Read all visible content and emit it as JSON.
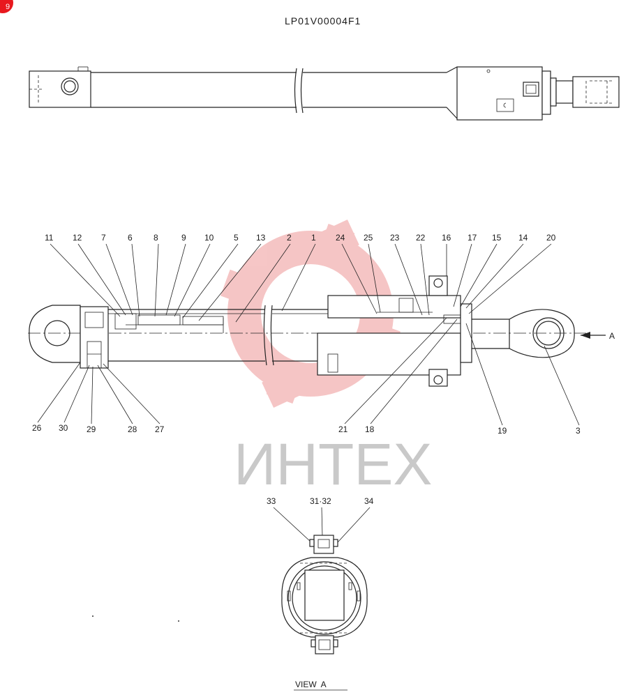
{
  "drawing": {
    "code": "LP01V00004F1",
    "view_caption": "VIEW  A",
    "arrow_label": "A",
    "watermark_text": "ИНТЕХ",
    "corner_badge": "9",
    "accent_color": "#e8181e",
    "watermark_color": "#f2b8b8"
  },
  "callouts_top": [
    "11",
    "12",
    "7",
    "6",
    "8",
    "9",
    "10",
    "5",
    "13",
    "2",
    "1",
    "24",
    "25",
    "23",
    "22",
    "16",
    "17",
    "15",
    "14",
    "20"
  ],
  "callouts_bottom": [
    "26",
    "30",
    "29",
    "28",
    "27",
    "21",
    "18",
    "19",
    "3"
  ],
  "callouts_view": [
    "33",
    "31·32",
    "34"
  ]
}
